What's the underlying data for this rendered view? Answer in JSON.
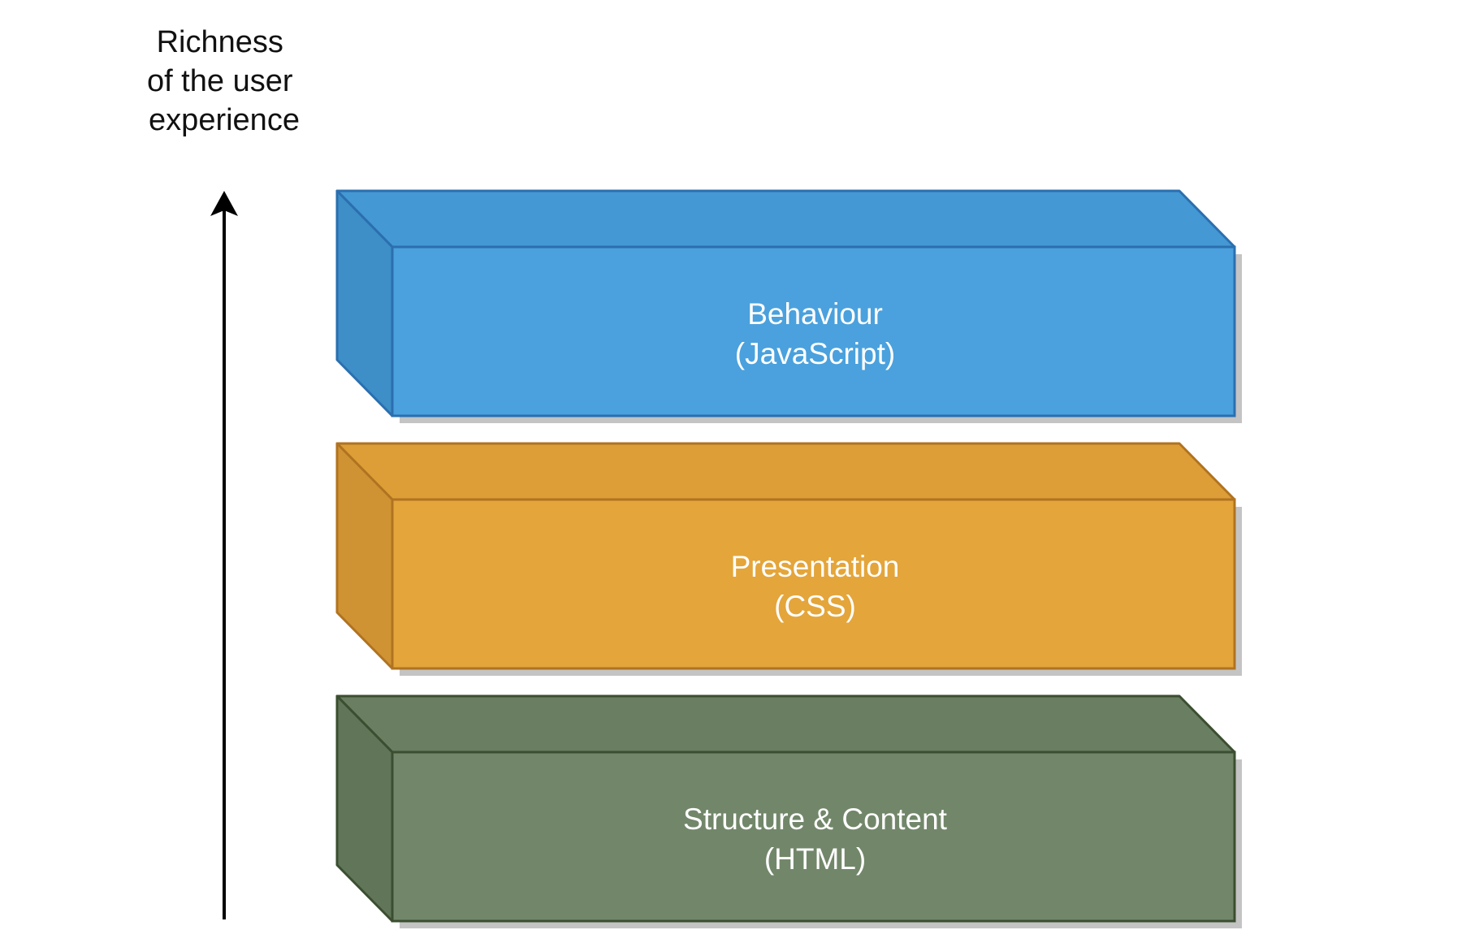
{
  "axis": {
    "label_lines": [
      "Richness",
      "of the user",
      "experience"
    ]
  },
  "layers": [
    {
      "name": "behaviour",
      "title": "Behaviour",
      "subtitle": "(JavaScript)",
      "colors": {
        "front": "#4aa1dd",
        "top": "#4498d3",
        "side": "#3e8ec7",
        "stroke": "#2b6faf",
        "shadow": "#c4c4c4"
      }
    },
    {
      "name": "presentation",
      "title": "Presentation",
      "subtitle": "(CSS)",
      "colors": {
        "front": "#e4a53a",
        "top": "#dd9e37",
        "side": "#d09333",
        "stroke": "#b07321",
        "shadow": "#c4c4c4"
      }
    },
    {
      "name": "structure",
      "title": "Structure & Content",
      "subtitle": "(HTML)",
      "colors": {
        "front": "#72876a",
        "top": "#6a7f62",
        "side": "#617559",
        "stroke": "#3b4f30",
        "shadow": "#c4c4c4"
      }
    }
  ]
}
